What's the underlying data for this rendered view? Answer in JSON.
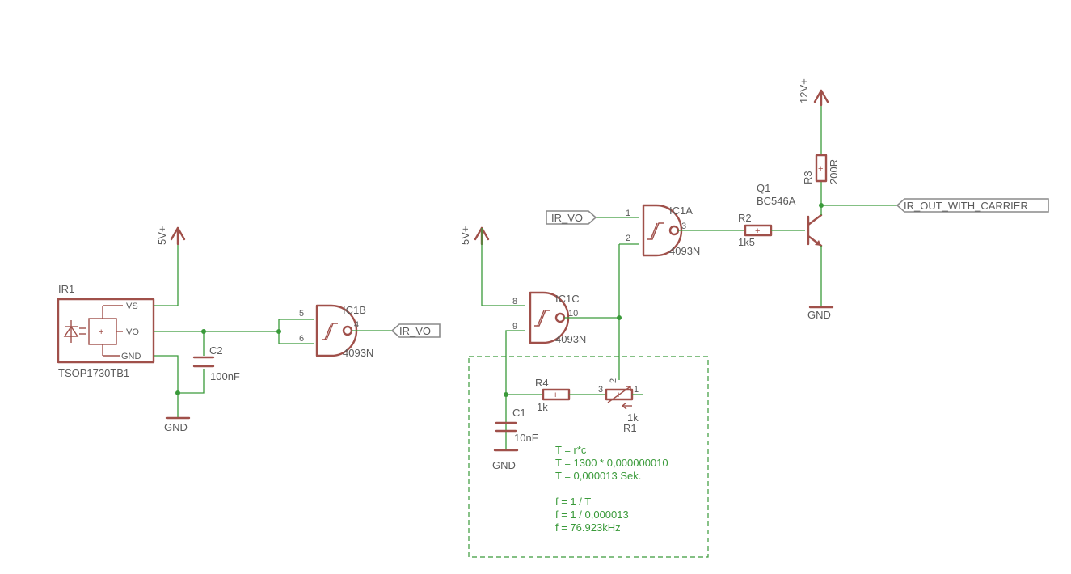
{
  "ir_receiver": {
    "name": "IR1",
    "value": "TSOP1730TB1",
    "pin_vs": "VS",
    "pin_vo": "VO",
    "pin_gnd": "GND"
  },
  "supplies": {
    "vcc_left": "5V+",
    "vcc_mid": "5V+",
    "vcc_right": "12V+",
    "gnd_left": "GND",
    "gnd_mid": "GND",
    "gnd_right": "GND"
  },
  "c2": {
    "name": "C2",
    "value": "100nF"
  },
  "c1": {
    "name": "C1",
    "value": "10nF"
  },
  "ic1b": {
    "name": "IC1B",
    "value": "4093N",
    "pin_a": "5",
    "pin_b": "6",
    "pin_out": "4"
  },
  "ic1a": {
    "name": "IC1A",
    "value": "4093N",
    "pin_a": "1",
    "pin_b": "2",
    "pin_out": "3"
  },
  "ic1c": {
    "name": "IC1C",
    "value": "4093N",
    "pin_a": "8",
    "pin_b": "9",
    "pin_out": "10"
  },
  "ports": {
    "ir_vo_out": "IR_VO",
    "ir_vo_in": "IR_VO",
    "ir_out": "IR_OUT_WITH_CARRIER"
  },
  "r1": {
    "name": "R1",
    "value": "1k",
    "pin_1": "1",
    "pin_2": "2",
    "pin_3": "3"
  },
  "r2": {
    "name": "R2",
    "value": "1k5"
  },
  "r3": {
    "name": "R3",
    "value": "200R"
  },
  "r4": {
    "name": "R4",
    "value": "1k"
  },
  "q1": {
    "name": "Q1",
    "value": "BC546A"
  },
  "notes": {
    "line1": "T = r*c",
    "line2": "T =  1300  * 0,000000010",
    "line3": "T = 0,000013 Sek.",
    "line4": "f = 1 / T",
    "line5": "f = 1 / 0,000013",
    "line6": "f = 76.923kHz"
  }
}
